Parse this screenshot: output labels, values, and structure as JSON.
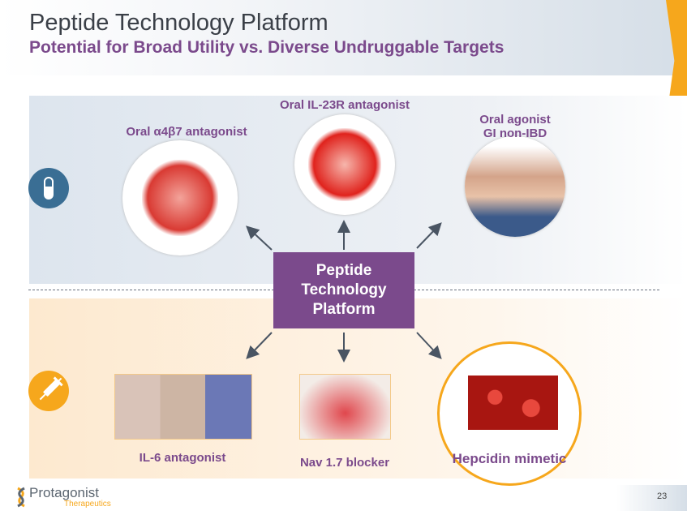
{
  "header": {
    "title": "Peptide Technology Platform",
    "subtitle": "Potential for Broad Utility vs. Diverse Undruggable Targets"
  },
  "center": {
    "line1": "Peptide",
    "line2": "Technology",
    "line3": "Platform"
  },
  "oral": {
    "icon": "pill-icon",
    "items": [
      {
        "label": "Oral α4β7 antagonist"
      },
      {
        "label": "Oral IL-23R  antagonist"
      },
      {
        "label_line1": "Oral agonist",
        "label_line2": "GI non-IBD"
      }
    ]
  },
  "injectable": {
    "icon": "syringe-icon",
    "items": [
      {
        "label": "IL-6  antagonist"
      },
      {
        "label": "Nav 1.7 blocker"
      },
      {
        "label": "Hepcidin mimetic"
      }
    ]
  },
  "footer": {
    "logo": "Protagonist",
    "logo_sub": "Therapeutics",
    "page": "23"
  },
  "colors": {
    "purple": "#7b4a8c",
    "orange": "#f6a71c",
    "blue": "#3a6e94"
  }
}
